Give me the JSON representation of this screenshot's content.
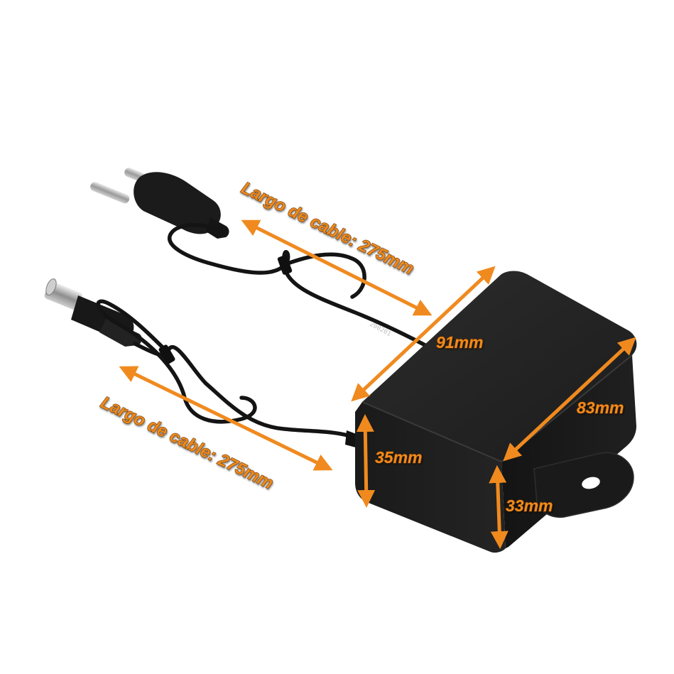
{
  "colors": {
    "accent": "#f08a1f",
    "product_body": "#1d1d1d",
    "background": "#ffffff"
  },
  "labels": {
    "cable_length_top": "Largo de cable: 275mm",
    "cable_length_bottom": "Largo de cable: 275mm",
    "length_91": "91mm",
    "width_83": "83mm",
    "height_35": "35mm",
    "height_33": "33mm"
  },
  "cable_print": "200201"
}
